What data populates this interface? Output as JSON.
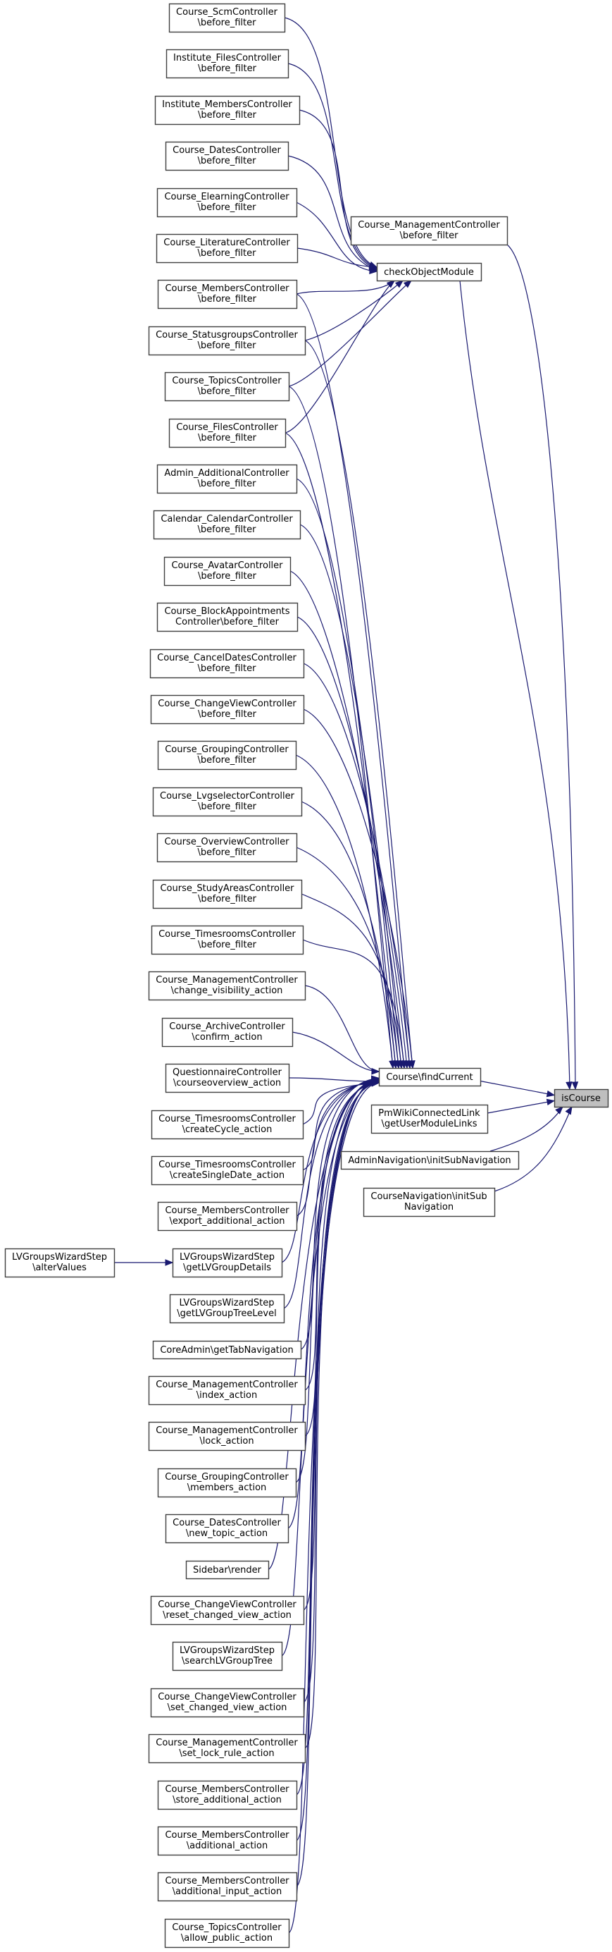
{
  "graph": {
    "type": "caller-graph",
    "focus_node": "isCourse",
    "colors": {
      "edge": "#191970",
      "focus_fill": "#bfbfbf",
      "node_fill": "#ffffff",
      "node_border": "#404040"
    },
    "hubs": [
      {
        "id": "checkObjectModule",
        "lines": [
          "checkObjectModule"
        ]
      },
      {
        "id": "findCurrent",
        "lines": [
          "Course\\findCurrent"
        ]
      }
    ],
    "right_nodes": [
      {
        "id": "isCourse",
        "lines": [
          "isCourse"
        ],
        "focus": true
      },
      {
        "id": "mgmt_before_filter",
        "lines": [
          "Course_ManagementController",
          "\\before_filter"
        ]
      },
      {
        "id": "pmwiki",
        "lines": [
          "PmWikiConnectedLink",
          "\\getUserModuleLinks"
        ]
      },
      {
        "id": "adminnav",
        "lines": [
          "AdminNavigation\\initSubNavigation"
        ]
      },
      {
        "id": "coursenav",
        "lines": [
          "CourseNavigation\\initSub",
          "Navigation"
        ]
      }
    ],
    "extra_nodes": [
      {
        "id": "alterValues",
        "lines": [
          "LVGroupsWizardStep",
          "\\alterValues"
        ]
      }
    ],
    "left_column": [
      {
        "id": "scm",
        "lines": [
          "Course_ScmController",
          "\\before_filter"
        ],
        "calls": [
          "checkObjectModule"
        ]
      },
      {
        "id": "inst_files",
        "lines": [
          "Institute_FilesController",
          "\\before_filter"
        ],
        "calls": [
          "checkObjectModule"
        ]
      },
      {
        "id": "inst_members",
        "lines": [
          "Institute_MembersController",
          "\\before_filter"
        ],
        "calls": [
          "checkObjectModule"
        ]
      },
      {
        "id": "dates",
        "lines": [
          "Course_DatesController",
          "\\before_filter"
        ],
        "calls": [
          "checkObjectModule"
        ]
      },
      {
        "id": "elearning",
        "lines": [
          "Course_ElearningController",
          "\\before_filter"
        ],
        "calls": [
          "checkObjectModule"
        ]
      },
      {
        "id": "literature",
        "lines": [
          "Course_LiteratureController",
          "\\before_filter"
        ],
        "calls": [
          "checkObjectModule"
        ]
      },
      {
        "id": "members",
        "lines": [
          "Course_MembersController",
          "\\before_filter"
        ],
        "calls": [
          "checkObjectModule",
          "findCurrent"
        ]
      },
      {
        "id": "statusgroups",
        "lines": [
          "Course_StatusgroupsController",
          "\\before_filter"
        ],
        "calls": [
          "checkObjectModule",
          "findCurrent"
        ]
      },
      {
        "id": "topics",
        "lines": [
          "Course_TopicsController",
          "\\before_filter"
        ],
        "calls": [
          "checkObjectModule",
          "findCurrent"
        ]
      },
      {
        "id": "files",
        "lines": [
          "Course_FilesController",
          "\\before_filter"
        ],
        "calls": [
          "checkObjectModule",
          "findCurrent"
        ]
      },
      {
        "id": "admin_additional",
        "lines": [
          "Admin_AdditionalController",
          "\\before_filter"
        ],
        "calls": [
          "findCurrent"
        ]
      },
      {
        "id": "calendar",
        "lines": [
          "Calendar_CalendarController",
          "\\before_filter"
        ],
        "calls": [
          "findCurrent"
        ]
      },
      {
        "id": "avatar",
        "lines": [
          "Course_AvatarController",
          "\\before_filter"
        ],
        "calls": [
          "findCurrent"
        ]
      },
      {
        "id": "blockappointments",
        "lines": [
          "Course_BlockAppointments",
          "Controller\\before_filter"
        ],
        "calls": [
          "findCurrent"
        ]
      },
      {
        "id": "canceldates",
        "lines": [
          "Course_CancelDatesController",
          "\\before_filter"
        ],
        "calls": [
          "findCurrent"
        ]
      },
      {
        "id": "changeview",
        "lines": [
          "Course_ChangeViewController",
          "\\before_filter"
        ],
        "calls": [
          "findCurrent"
        ]
      },
      {
        "id": "grouping",
        "lines": [
          "Course_GroupingController",
          "\\before_filter"
        ],
        "calls": [
          "findCurrent"
        ]
      },
      {
        "id": "lvgselector",
        "lines": [
          "Course_LvgselectorController",
          "\\before_filter"
        ],
        "calls": [
          "findCurrent"
        ]
      },
      {
        "id": "overview",
        "lines": [
          "Course_OverviewController",
          "\\before_filter"
        ],
        "calls": [
          "findCurrent"
        ]
      },
      {
        "id": "studyareas",
        "lines": [
          "Course_StudyAreasController",
          "\\before_filter"
        ],
        "calls": [
          "findCurrent"
        ]
      },
      {
        "id": "timesrooms",
        "lines": [
          "Course_TimesroomsController",
          "\\before_filter"
        ],
        "calls": [
          "findCurrent"
        ]
      },
      {
        "id": "change_visibility",
        "lines": [
          "Course_ManagementController",
          "\\change_visibility_action"
        ],
        "calls": [
          "findCurrent"
        ]
      },
      {
        "id": "archive_confirm",
        "lines": [
          "Course_ArchiveController",
          "\\confirm_action"
        ],
        "calls": [
          "findCurrent"
        ]
      },
      {
        "id": "questionnaire",
        "lines": [
          "QuestionnaireController",
          "\\courseoverview_action"
        ],
        "calls": [
          "findCurrent"
        ]
      },
      {
        "id": "createcycle",
        "lines": [
          "Course_TimesroomsController",
          "\\createCycle_action"
        ],
        "calls": [
          "findCurrent"
        ]
      },
      {
        "id": "createsingledate",
        "lines": [
          "Course_TimesroomsController",
          "\\createSingleDate_action"
        ],
        "calls": [
          "findCurrent"
        ]
      },
      {
        "id": "export_additional",
        "lines": [
          "Course_MembersController",
          "\\export_additional_action"
        ],
        "calls": [
          "findCurrent"
        ]
      },
      {
        "id": "getlvgroupdetails",
        "lines": [
          "LVGroupsWizardStep",
          "\\getLVGroupDetails"
        ],
        "calls": [
          "findCurrent"
        ]
      },
      {
        "id": "getlvgrouptreelevel",
        "lines": [
          "LVGroupsWizardStep",
          "\\getLVGroupTreeLevel"
        ],
        "calls": [
          "findCurrent"
        ]
      },
      {
        "id": "coreadmin",
        "lines": [
          "CoreAdmin\\getTabNavigation"
        ],
        "calls": [
          "findCurrent"
        ]
      },
      {
        "id": "index_action",
        "lines": [
          "Course_ManagementController",
          "\\index_action"
        ],
        "calls": [
          "findCurrent"
        ]
      },
      {
        "id": "lock_action",
        "lines": [
          "Course_ManagementController",
          "\\lock_action"
        ],
        "calls": [
          "findCurrent"
        ]
      },
      {
        "id": "members_action",
        "lines": [
          "Course_GroupingController",
          "\\members_action"
        ],
        "calls": [
          "findCurrent"
        ]
      },
      {
        "id": "new_topic",
        "lines": [
          "Course_DatesController",
          "\\new_topic_action"
        ],
        "calls": [
          "findCurrent"
        ]
      },
      {
        "id": "sidebar",
        "lines": [
          "Sidebar\\render"
        ],
        "calls": [
          "findCurrent"
        ]
      },
      {
        "id": "reset_changed_view",
        "lines": [
          "Course_ChangeViewController",
          "\\reset_changed_view_action"
        ],
        "calls": [
          "findCurrent"
        ]
      },
      {
        "id": "searchlvgrouptree",
        "lines": [
          "LVGroupsWizardStep",
          "\\searchLVGroupTree"
        ],
        "calls": [
          "findCurrent"
        ]
      },
      {
        "id": "set_changed_view",
        "lines": [
          "Course_ChangeViewController",
          "\\set_changed_view_action"
        ],
        "calls": [
          "findCurrent"
        ]
      },
      {
        "id": "set_lock_rule",
        "lines": [
          "Course_ManagementController",
          "\\set_lock_rule_action"
        ],
        "calls": [
          "findCurrent"
        ]
      },
      {
        "id": "store_additional",
        "lines": [
          "Course_MembersController",
          "\\store_additional_action"
        ],
        "calls": [
          "findCurrent"
        ]
      },
      {
        "id": "additional_action",
        "lines": [
          "Course_MembersController",
          "\\additional_action"
        ],
        "calls": [
          "findCurrent"
        ]
      },
      {
        "id": "additional_input",
        "lines": [
          "Course_MembersController",
          "\\additional_input_action"
        ],
        "calls": [
          "findCurrent"
        ]
      },
      {
        "id": "allow_public",
        "lines": [
          "Course_TopicsController",
          "\\allow_public_action"
        ],
        "calls": [
          "findCurrent"
        ]
      }
    ],
    "edges_extra": [
      {
        "from": "alterValues",
        "to": "getlvgroupdetails"
      },
      {
        "from": "checkObjectModule",
        "to": "isCourse"
      },
      {
        "from": "mgmt_before_filter",
        "to": "isCourse"
      },
      {
        "from": "findCurrent",
        "to": "isCourse"
      },
      {
        "from": "pmwiki",
        "to": "isCourse"
      },
      {
        "from": "adminnav",
        "to": "isCourse"
      },
      {
        "from": "coursenav",
        "to": "isCourse"
      }
    ]
  }
}
